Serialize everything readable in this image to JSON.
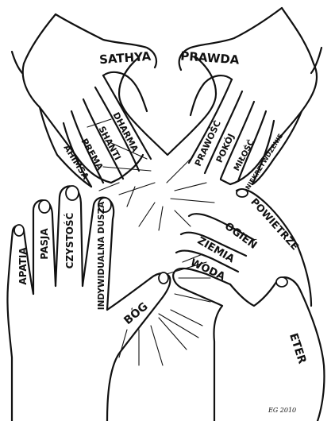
{
  "top_left_hand": {
    "palm_label": "SATHYA",
    "finger_labels": [
      "DHARMA",
      "SHANTI",
      "PREMA",
      "AHIMSA"
    ]
  },
  "top_right_hand": {
    "palm_label": "PRAWDA",
    "finger_labels": [
      "PRAWOŚĆ",
      "POKÓJ",
      "MIŁOŚĆ",
      "NIEKRZYWDZENIE"
    ]
  },
  "bottom_left_hand": {
    "finger_labels": [
      "APATIA",
      "PASJA",
      "CZYSTOŚĆ",
      "INDYWIDUALNA DUSZA"
    ],
    "thumb_label": "BÓG"
  },
  "bottom_right_hand": {
    "finger_labels": [
      "POWIETRZE",
      "OGIEŃ",
      "ZIEMIA",
      "WODA"
    ],
    "thumb_label": "ETER"
  },
  "signature": "EG 2010"
}
